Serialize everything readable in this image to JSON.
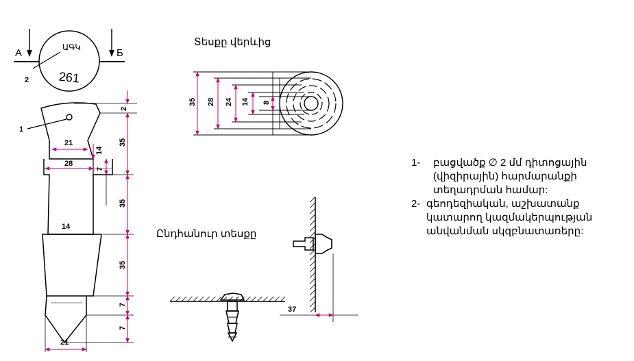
{
  "views": {
    "top_view_title": "Տեսքը վերևից",
    "general_view_title": "Ընդհանուր տեսքը"
  },
  "marker": {
    "code": "ԱԳԿ",
    "number": "261",
    "section_a": "А",
    "section_b": "Б",
    "callout_1": "1",
    "callout_2": "2"
  },
  "dims": {
    "d2": "2",
    "d35a": "35",
    "d21a": "21",
    "d14a": "14",
    "d28a": "28",
    "d7a": "7",
    "d35b": "35",
    "d14b": "14",
    "d35c": "35",
    "d7b": "7",
    "d7c": "7",
    "d21b": "21",
    "t35": "35",
    "t28": "28",
    "t24": "24",
    "t14": "14",
    "t8": "8",
    "g37": "37"
  },
  "notes": [
    {
      "num": "1-",
      "text": "բացվածք ∅ 2 մմ դիտոցային (վիզիրային) հարմարանքի տեղադրման համար:"
    },
    {
      "num": "2-",
      "text": "գեոդեզիական, աշխատանք կատարող կազմակերպության անվանման սկզբնատառերը:"
    }
  ],
  "colors": {
    "dimension_arrow": "#c8006e",
    "line": "#000000"
  }
}
